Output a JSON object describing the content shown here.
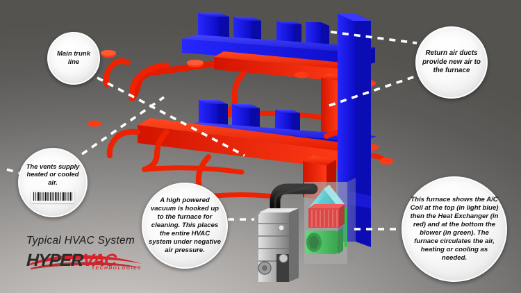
{
  "diagram": {
    "title": "Typical HVAC System",
    "brand": {
      "name_part1": "HYPER",
      "name_part2": "VAC",
      "tagline": "TECHNOLOGIES"
    },
    "background": {
      "dark": "#55534f",
      "light": "#d2cfcd"
    }
  },
  "callouts": [
    {
      "id": "main-trunk-line",
      "text": "Main trunk line"
    },
    {
      "id": "return-air-ducts",
      "text": "Return air ducts provide new air to the furnace"
    },
    {
      "id": "vents",
      "text": "The vents supply heated or cooled air.",
      "icon": "vent-grille-icon"
    },
    {
      "id": "vacuum",
      "text": "A high powered vacuum is hooked up to the furnace for cleaning. This places the entire HVAC system under negative air pressure."
    },
    {
      "id": "furnace",
      "text": "This furnace shows the A/C Coil at the top (in light blue) then the Heat Exchanger (in red) and at the bottom the blower (in green). The furnace circulates the air, heating or cooling as needed."
    }
  ],
  "components": {
    "supply_duct_color": "#ee2200",
    "return_duct_color": "#1414e6",
    "ac_coil_color": "#35d6e0",
    "heat_exchanger_color": "#e02020",
    "blower_color": "#1fbf3f",
    "vacuum_color": "#b0b0b0",
    "hose_color": "#111111",
    "leader_line_color": "#ffffff"
  }
}
